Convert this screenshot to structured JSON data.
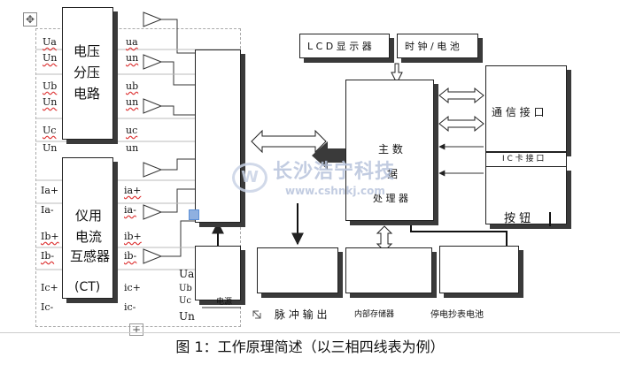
{
  "blocks": {
    "voltage_divider": [
      "电压",
      "分压",
      "电路"
    ],
    "current_sensor": [
      "仪用",
      "电流",
      "互感器"
    ],
    "ct": "(CT)",
    "main_mcu": [
      "主 数",
      "据",
      "处 理 器"
    ],
    "lcd": "L C D 显 示 器",
    "clock_battery": "时  钟  /  电  池",
    "comm_port": "通 信 接 口",
    "ic_card_port": "I C 卡 接 口",
    "buttons": "按    钮",
    "pulse_output": "脉 冲 输 出",
    "internal_storage": "内部存储器",
    "poweroff_battery": "停电抄表电池",
    "power_supply": "电源"
  },
  "left_pins": [
    "Ua",
    "Un",
    "Ub",
    "Un",
    "Uc",
    "Un",
    "Ia+",
    "Ia-",
    "Ib+",
    "Ib-",
    "Ic+",
    "Ic-"
  ],
  "right_pins": [
    "ua",
    "un",
    "ub",
    "un",
    "uc",
    "un",
    "ia+",
    "ia-",
    "ib+",
    "ib-",
    "ic+",
    "ic-"
  ],
  "power_pins": [
    "Ua",
    "Ub",
    "Uc",
    "Un"
  ],
  "watermark": {
    "brand": "长沙浩宁科技",
    "url": "www.cshnkj.com"
  },
  "caption": "图 1：工作原理简述（以三相四线表为例）",
  "colors": {
    "line": "#222222",
    "shadow": "#3a3a3a",
    "watermark": "#c9d3e6",
    "accent_blue": "#5c8fd6",
    "squiggle": "#dd3333"
  }
}
